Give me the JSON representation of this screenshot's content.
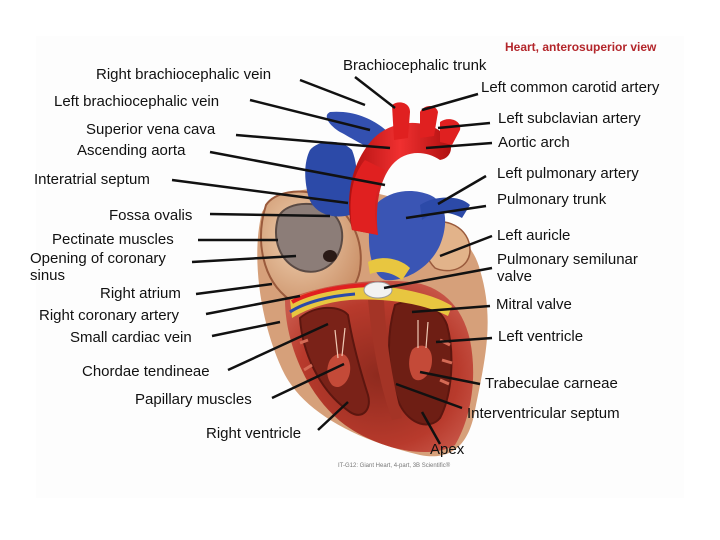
{
  "photo_title": "Heart, anterosuperior view",
  "photo_caption": "IT-G12: Giant Heart, 4-part, 3B Scientific®",
  "labels": {
    "right_brachiocephalic_vein": "Right brachiocephalic vein",
    "left_brachiocephalic_vein": "Left brachiocephalic vein",
    "superior_vena_cava": "Superior vena cava",
    "ascending_aorta": "Ascending aorta",
    "interatrial_septum": "Interatrial septum",
    "fossa_ovalis": "Fossa ovalis",
    "pectinate_muscles": "Pectinate muscles",
    "opening_coronary_sinus": "Opening of coronary sinus",
    "right_atrium": "Right atrium",
    "right_coronary_artery": "Right coronary artery",
    "small_cardiac_vein": "Small cardiac vein",
    "chordae_tendineae": "Chordae tendineae",
    "papillary_muscles": "Papillary muscles",
    "right_ventricle": "Right ventricle",
    "brachiocephalic_trunk": "Brachiocephalic trunk",
    "left_common_carotid_artery": "Left common carotid artery",
    "left_subclavian_artery": "Left subclavian artery",
    "aortic_arch": "Aortic arch",
    "left_pulmonary_artery": "Left pulmonary artery",
    "pulmonary_trunk": "Pulmonary trunk",
    "left_auricle": "Left auricle",
    "pulmonary_semilunar_valve": "Pulmonary semilunar valve",
    "mitral_valve": "Mitral valve",
    "left_ventricle": "Left ventricle",
    "trabeculae_carneae": "Trabeculae carneae",
    "interventricular_septum": "Interventricular septum",
    "apex": "Apex"
  },
  "colors": {
    "artery_red": "#e02020",
    "vein_blue": "#2c4aa8",
    "myocardium": "#b83a2c",
    "fat_yellow": "#e8c640",
    "tissue_tan": "#d9a77a",
    "title_red": "#b3262b"
  }
}
